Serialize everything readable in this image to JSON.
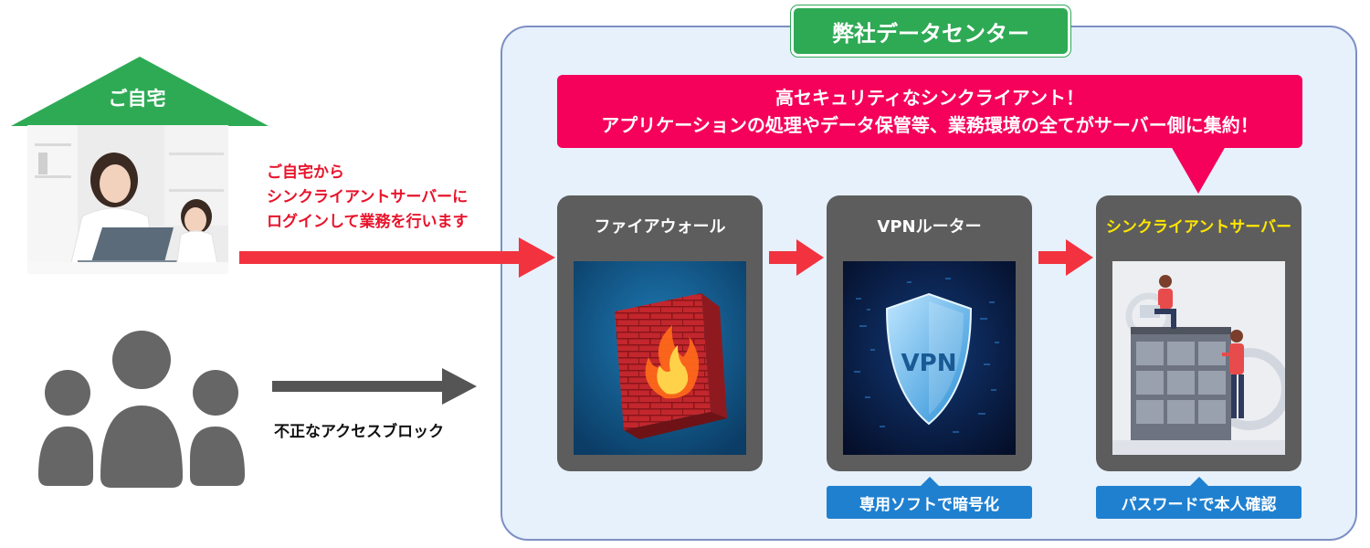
{
  "home": {
    "label": "ご自宅",
    "note_lines": [
      "ご自宅から",
      "シンクライアントサーバーに",
      "ログインして業務を行います"
    ]
  },
  "block": {
    "label": "不正なアクセスブロック"
  },
  "datacenter": {
    "title": "弊社データセンター",
    "callout_lines": [
      "高セキュリティなシンクライアント！",
      "アプリケーションの処理やデータ保管等、業務環境の全てがサーバー側に集約！"
    ],
    "components": [
      {
        "label": "ファイアウォール",
        "icon": "firewall-icon"
      },
      {
        "label": "VPNルーター",
        "icon": "vpn-shield-icon",
        "shield_text": "VPN",
        "badge": "専用ソフトで暗号化"
      },
      {
        "label": "シンクライアントサーバー",
        "icon": "server-room-icon",
        "badge": "パスワードで本人確認",
        "label_color": "#ffe600"
      }
    ]
  },
  "colors": {
    "green": "#2eaa55",
    "magenta": "#f5005a",
    "red_arrow": "#f2333f",
    "gray_arrow": "#555555",
    "badge_blue": "#1f80d0",
    "panel_bg": "#e6f1fb"
  }
}
